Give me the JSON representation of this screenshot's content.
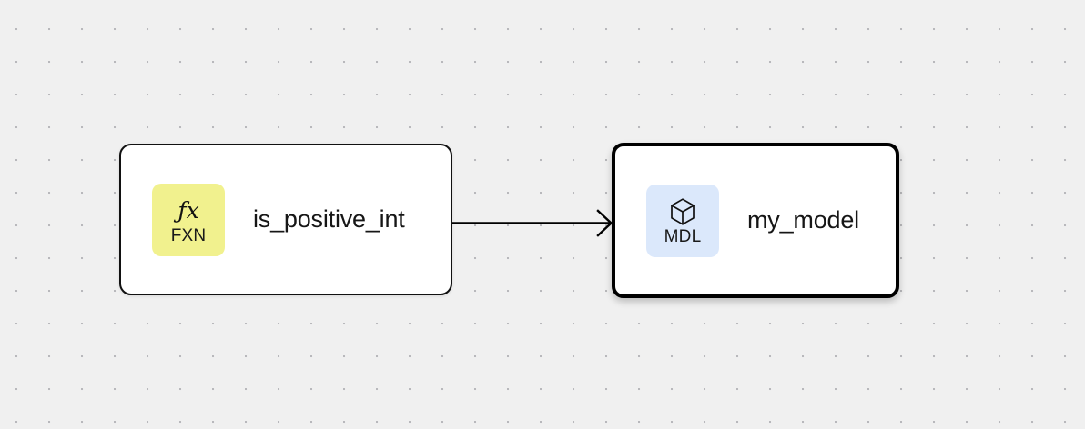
{
  "canvas": {
    "background_color": "#f0f0f0",
    "grid": {
      "dot_color": "#b8b8bb",
      "spacing": 36
    }
  },
  "graph": {
    "nodes": [
      {
        "id": "is_positive_int",
        "title": "is_positive_int",
        "badge": {
          "label": "FXN",
          "glyph": "ƒx",
          "icon_name": "function-icon",
          "background_color": "#f1f18e"
        },
        "selected": false
      },
      {
        "id": "my_model",
        "title": "my_model",
        "badge": {
          "label": "MDL",
          "glyph": "cube",
          "icon_name": "cube-icon",
          "background_color": "#dbe8fb"
        },
        "selected": true
      }
    ],
    "edges": [
      {
        "id": "edge-1",
        "source": "is_positive_int",
        "target": "my_model",
        "color": "#000000",
        "arrow": "chevron"
      }
    ]
  }
}
